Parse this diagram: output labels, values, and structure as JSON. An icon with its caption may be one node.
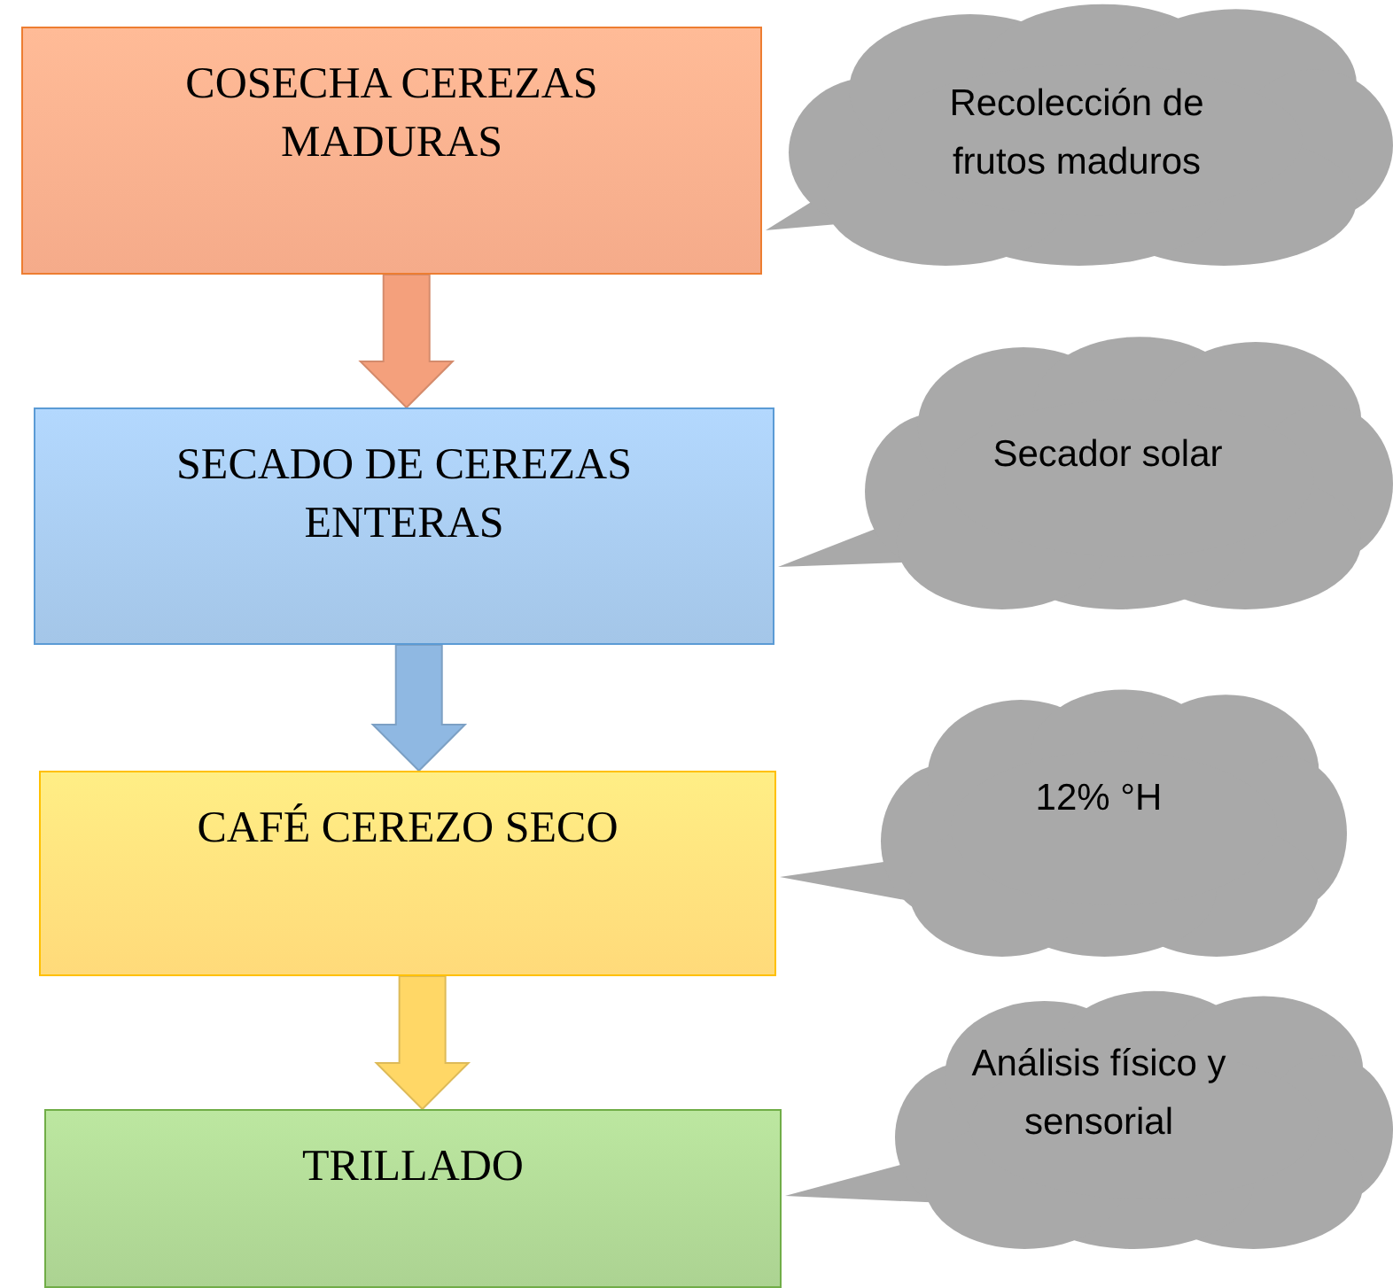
{
  "diagram": {
    "nodes": [
      {
        "text": [
          "COSECHA CEREZAS MADURAS"
        ]
      },
      {
        "text": [
          "SECADO DE CEREZAS ENTERAS"
        ]
      },
      {
        "text": [
          "CAFÉ CEREZO SECO"
        ]
      },
      {
        "text": [
          "TRILLADO"
        ]
      },
      {
        "text": [
          "Recolección de frutos maduros"
        ]
      },
      {
        "text": [
          "Secador solar"
        ]
      },
      {
        "text": [
          "12% °H"
        ]
      },
      {
        "text": [
          "Análisis físico y sensorial"
        ]
      }
    ],
    "edges": [
      {
        "from": 0,
        "to": 1,
        "arrow": "to",
        "style": "thick",
        "color": "#f4a07c"
      },
      {
        "from": 1,
        "to": 2,
        "arrow": "to",
        "style": "thick",
        "color": "#8fb8e2"
      },
      {
        "from": 2,
        "to": 3,
        "arrow": "to",
        "style": "thick",
        "color": "#ffd766"
      },
      {
        "from": 4,
        "to": 0,
        "arrow": "to"
      },
      {
        "from": 5,
        "to": 1,
        "arrow": "to"
      },
      {
        "from": 6,
        "to": 2,
        "arrow": "to"
      },
      {
        "from": 7,
        "to": 3,
        "arrow": "to"
      }
    ]
  }
}
